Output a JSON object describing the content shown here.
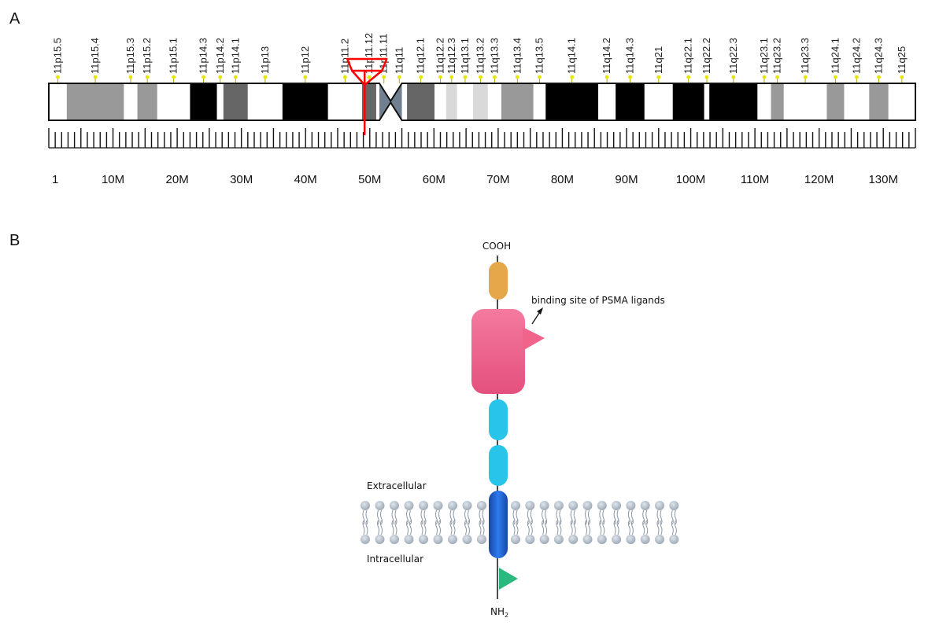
{
  "panels": {
    "a": "A",
    "b": "B"
  },
  "ideogram": {
    "length_mb": 135,
    "centromere_mb": [
      51.5,
      55.0
    ],
    "highlight_mb": 49.2,
    "bands": [
      {
        "name": "11p15.5",
        "start": 0.0,
        "end": 2.8,
        "stain": "gneg"
      },
      {
        "name": "11p15.4",
        "start": 2.8,
        "end": 11.7,
        "stain": "gpos50"
      },
      {
        "name": "11p15.3",
        "start": 11.7,
        "end": 13.8,
        "stain": "gneg"
      },
      {
        "name": "11p15.2",
        "start": 13.8,
        "end": 16.9,
        "stain": "gpos50"
      },
      {
        "name": "11p15.1",
        "start": 16.9,
        "end": 22.0,
        "stain": "gneg"
      },
      {
        "name": "11p14.3",
        "start": 22.0,
        "end": 26.2,
        "stain": "gpos100"
      },
      {
        "name": "11p14.2",
        "start": 26.2,
        "end": 27.2,
        "stain": "gneg"
      },
      {
        "name": "11p14.1",
        "start": 27.2,
        "end": 31.0,
        "stain": "gpos75"
      },
      {
        "name": "11p13",
        "start": 31.0,
        "end": 36.4,
        "stain": "gneg"
      },
      {
        "name": "11p12",
        "start": 36.4,
        "end": 43.5,
        "stain": "gpos100"
      },
      {
        "name": "11p11.2",
        "start": 43.5,
        "end": 48.8,
        "stain": "gneg"
      },
      {
        "name": "11p11.12",
        "start": 48.8,
        "end": 51.0,
        "stain": "gpos75"
      },
      {
        "name": "11p11.11",
        "start": 51.0,
        "end": 53.4,
        "stain": "acen"
      },
      {
        "name": "11q11",
        "start": 53.4,
        "end": 55.8,
        "stain": "acen"
      },
      {
        "name": "11q12.1",
        "start": 55.8,
        "end": 60.1,
        "stain": "gpos75"
      },
      {
        "name": "11q12.2",
        "start": 60.1,
        "end": 61.9,
        "stain": "gneg"
      },
      {
        "name": "11q12.3",
        "start": 61.9,
        "end": 63.6,
        "stain": "gpos25"
      },
      {
        "name": "11q13.1",
        "start": 63.6,
        "end": 66.1,
        "stain": "gneg"
      },
      {
        "name": "11q13.2",
        "start": 66.1,
        "end": 68.4,
        "stain": "gpos25"
      },
      {
        "name": "11q13.3",
        "start": 68.4,
        "end": 70.5,
        "stain": "gneg"
      },
      {
        "name": "11q13.4",
        "start": 70.5,
        "end": 75.5,
        "stain": "gpos50"
      },
      {
        "name": "11q13.5",
        "start": 75.5,
        "end": 77.4,
        "stain": "gneg"
      },
      {
        "name": "11q14.1",
        "start": 77.4,
        "end": 85.6,
        "stain": "gpos100"
      },
      {
        "name": "11q14.2",
        "start": 85.6,
        "end": 88.3,
        "stain": "gneg"
      },
      {
        "name": "11q14.3",
        "start": 88.3,
        "end": 92.8,
        "stain": "gpos100"
      },
      {
        "name": "11q21",
        "start": 92.8,
        "end": 97.2,
        "stain": "gneg"
      },
      {
        "name": "11q22.1",
        "start": 97.2,
        "end": 102.1,
        "stain": "gpos100"
      },
      {
        "name": "11q22.2",
        "start": 102.1,
        "end": 102.9,
        "stain": "gneg"
      },
      {
        "name": "11q22.3",
        "start": 102.9,
        "end": 110.4,
        "stain": "gpos100"
      },
      {
        "name": "11q23.1",
        "start": 110.4,
        "end": 112.5,
        "stain": "gneg"
      },
      {
        "name": "11q23.2",
        "start": 112.5,
        "end": 114.5,
        "stain": "gpos50"
      },
      {
        "name": "11q23.3",
        "start": 114.5,
        "end": 121.2,
        "stain": "gneg"
      },
      {
        "name": "11q24.1",
        "start": 121.2,
        "end": 123.9,
        "stain": "gpos50"
      },
      {
        "name": "11q24.2",
        "start": 123.9,
        "end": 127.8,
        "stain": "gneg"
      },
      {
        "name": "11q24.3",
        "start": 127.8,
        "end": 130.8,
        "stain": "gpos50"
      },
      {
        "name": "11q25",
        "start": 130.8,
        "end": 135.0,
        "stain": "gneg"
      }
    ],
    "stain_colors": {
      "gneg": "#ffffff",
      "gpos25": "#d9d9d9",
      "gpos50": "#999999",
      "gpos75": "#666666",
      "gpos100": "#000000",
      "acen": "#708090"
    },
    "marker_color": "#e6e600",
    "highlight_color": "#ff0000",
    "scale_labels": [
      {
        "mb": 1,
        "text": "1"
      },
      {
        "mb": 10,
        "text": "10M"
      },
      {
        "mb": 20,
        "text": "20M"
      },
      {
        "mb": 30,
        "text": "30M"
      },
      {
        "mb": 40,
        "text": "40M"
      },
      {
        "mb": 50,
        "text": "50M"
      },
      {
        "mb": 60,
        "text": "60M"
      },
      {
        "mb": 70,
        "text": "70M"
      },
      {
        "mb": 80,
        "text": "80M"
      },
      {
        "mb": 90,
        "text": "90M"
      },
      {
        "mb": 100,
        "text": "100M"
      },
      {
        "mb": 110,
        "text": "110M"
      },
      {
        "mb": 120,
        "text": "120M"
      },
      {
        "mb": 130,
        "text": "130M"
      }
    ]
  },
  "protein": {
    "cooh": "COOH",
    "nh2_main": "NH",
    "nh2_sub": "2",
    "binding_site": "binding site of PSMA ligands",
    "extracellular": "Extracellular",
    "intracellular": "Intracellular",
    "colors": {
      "c_terminal": "#e6a64a",
      "catalytic": "#f0648c",
      "apical": "#29c4e9",
      "transmembrane": "#1e63d8",
      "cytoplasmic_tail": "#2ab87f",
      "lipid": "#b3bec9"
    }
  }
}
